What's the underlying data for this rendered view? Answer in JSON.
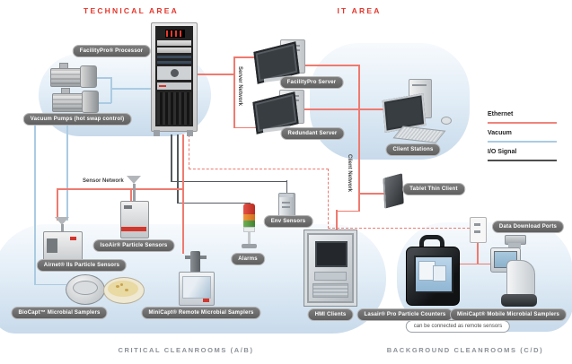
{
  "titles": {
    "technical_area": "TECHNICAL AREA",
    "it_area": "IT AREA",
    "critical_cleanrooms": "CRITICAL CLEANROOMS (A/B)",
    "background_cleanrooms": "BACKGROUND CLEANROOMS (C/D)"
  },
  "legend": {
    "items": [
      {
        "label": "Ethernet",
        "color": "#ef847b",
        "style": "solid"
      },
      {
        "label": "Vacuum",
        "color": "#abcbe2",
        "style": "solid"
      },
      {
        "label": "I/O Signal",
        "color": "#4d4d4d",
        "style": "solid"
      }
    ]
  },
  "networks": {
    "sensor": "Sensor Network",
    "server": "Server Network",
    "client": "Client Network"
  },
  "labels": {
    "facilitypro_processor": "FacilityPro® Processor",
    "vacuum_pumps": "Vacuum Pumps (hot swap control)",
    "facilitypro_server": "FacilityPro Server",
    "redundant_server": "Redundant Server",
    "client_stations": "Client Stations",
    "tablet_thin_client": "Tablet Thin Client",
    "isoair": "IsoAir® Particle Sensors",
    "airnet": "Airnet® IIs Particle Sensors",
    "biocapt": "BioCapt™ Microbial Samplers",
    "minicapt_remote": "MiniCapt® Remote Microbial Samplers",
    "alarms": "Alarms",
    "env_sensors": "Env Sensors",
    "hmi_clients": "HMI Clients",
    "lasair": "Lasair® Pro Particle Counters",
    "minicapt_mobile": "MiniCapt® Mobile Microbial Samplers",
    "data_download_ports": "Data Download Ports",
    "note": "can be connected as remote sensors"
  },
  "colors": {
    "title_red": "#e5352b",
    "ethernet": "#ef7a6f",
    "vacuum": "#abcbe2",
    "io_signal": "#4d4d4d",
    "pill_bg": "#6b6b6b",
    "room_title_gray": "#8b9096"
  }
}
